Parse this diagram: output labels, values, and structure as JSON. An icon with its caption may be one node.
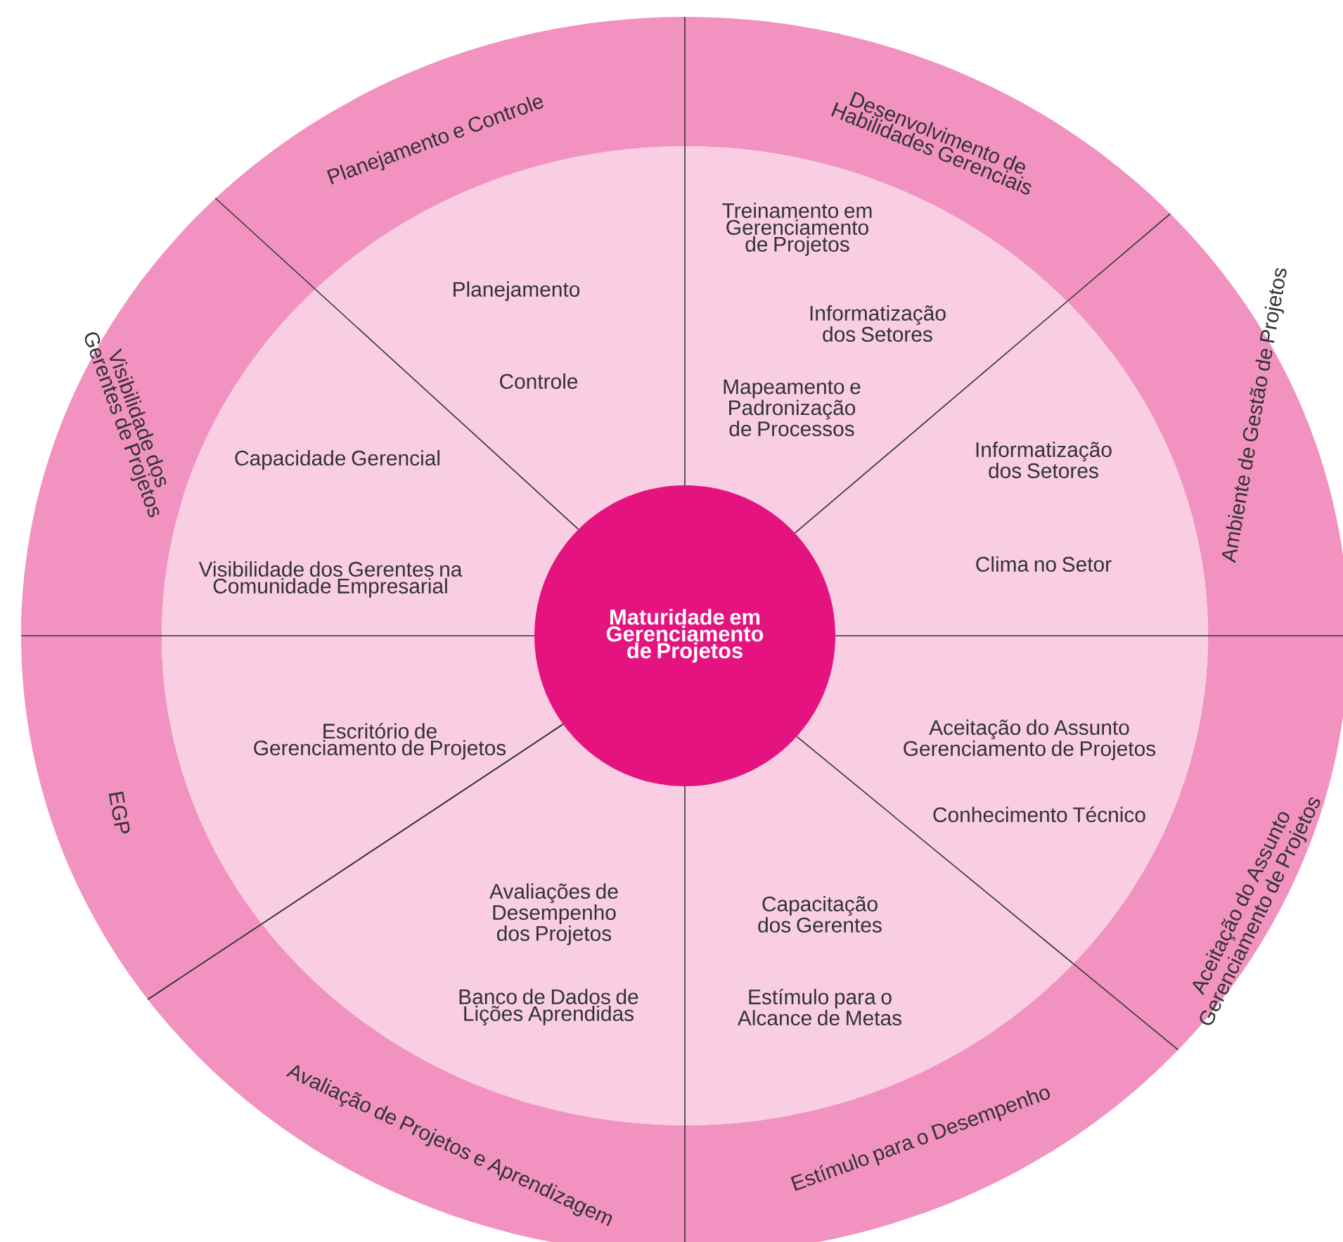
{
  "diagram": {
    "nodes": [
      {
        "text": [
          "Maturidade em Gerenciamento de Projetos"
        ]
      },
      {
        "text": [
          "Planejamento e Controle"
        ]
      },
      {
        "text": [
          "Desenvolvimento de Habilidades Gerenciais"
        ]
      },
      {
        "text": [
          "Ambiente de Gestão de Projetos"
        ]
      },
      {
        "text": [
          "Aceitação do Assunto Gerenciamento de Projetos"
        ]
      },
      {
        "text": [
          "Estímulo para o Desempenho"
        ]
      },
      {
        "text": [
          "Avaliação de Projetos e Aprendizagem"
        ]
      },
      {
        "text": [
          "EGP"
        ]
      },
      {
        "text": [
          "Visibilidade dos Gerentes de Projetos"
        ]
      },
      {
        "text": [
          "Planejamento",
          "Controle"
        ]
      },
      {
        "text": [
          "Treinamento em Gerenciamento de Projetos",
          "Informatização dos Setores",
          "Mapeamento e Padronização de Processos"
        ]
      },
      {
        "text": [
          "Informatização dos Setores",
          "Clima no Setor"
        ]
      },
      {
        "text": [
          "Aceitação do Assunto Gerenciamento de Projetos",
          "Conhecimento Técnico"
        ]
      },
      {
        "text": [
          "Capacitação dos Gerentes",
          "Estímulo para o Alcance de Metas"
        ]
      },
      {
        "text": [
          "Avaliações de Desempenho dos Projetos",
          "Banco de Dados de Lições Aprendidas"
        ]
      },
      {
        "text": [
          "Escritório de Gerenciamento de Projetos"
        ]
      },
      {
        "text": [
          "Capacidade Gerencial",
          "Visibilidade dos Gerentes na Comunidade Empresarial"
        ]
      }
    ]
  }
}
